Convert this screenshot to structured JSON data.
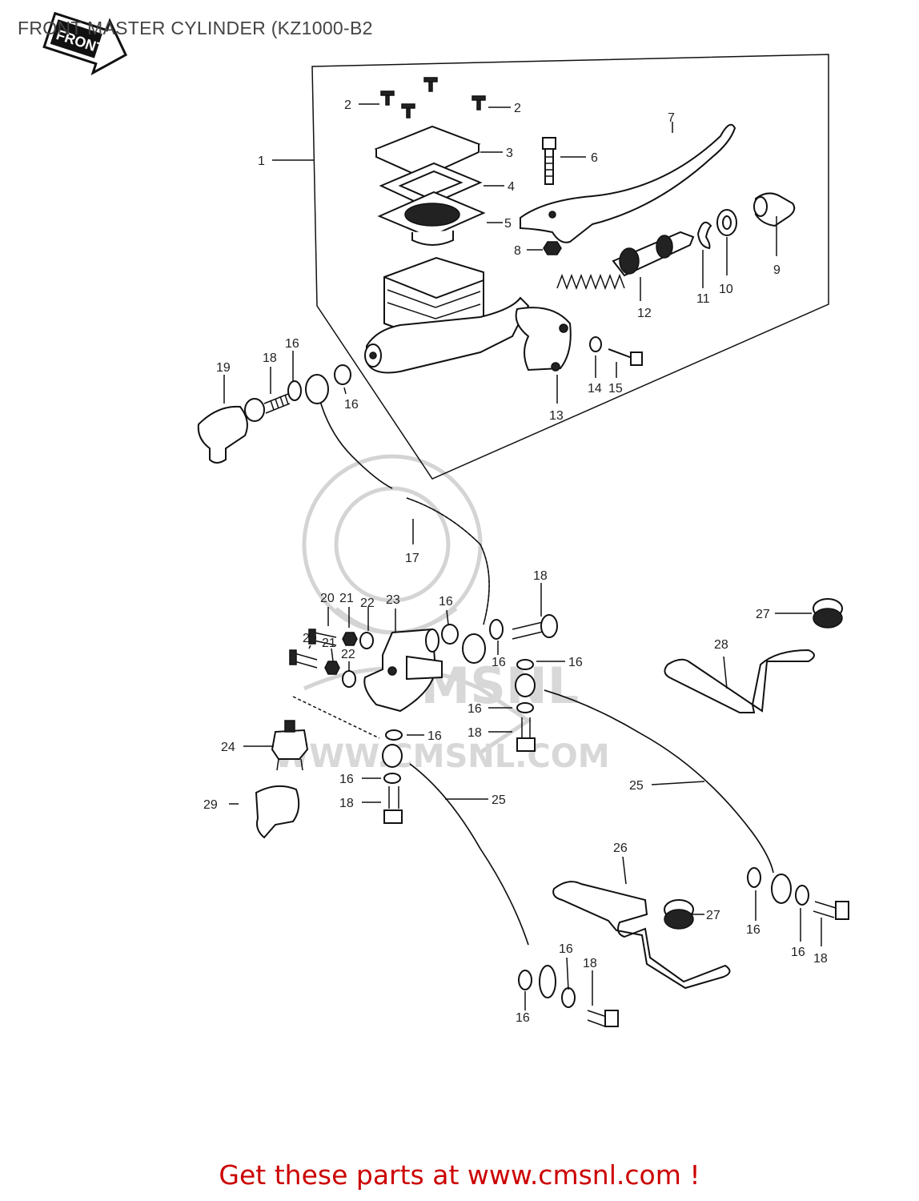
{
  "title": "FRONT MASTER CYLINDER (KZ1000-B2",
  "front_badge": "FRONT",
  "watermark": "WWW.CMSNL.COM",
  "footer": "Get these parts at www.cmsnl.com !",
  "callouts": {
    "c1": "1",
    "c2a": "2",
    "c2b": "2",
    "c3": "3",
    "c4": "4",
    "c5": "5",
    "c6": "6",
    "c7": "7",
    "c8": "8",
    "c9": "9",
    "c10": "10",
    "c11": "11",
    "c12": "12",
    "c13": "13",
    "c14": "14",
    "c15": "15",
    "c16a": "16",
    "c16b": "16",
    "c16c": "16",
    "c16d": "16",
    "c16e": "16",
    "c16f": "16",
    "c16g": "16",
    "c16h": "16",
    "c16i": "16",
    "c16j": "16",
    "c16k": "16",
    "c16l": "16",
    "c17": "17",
    "c18a": "18",
    "c18b": "18",
    "c18c": "18",
    "c18d": "18",
    "c18e": "18",
    "c18f": "18",
    "c19": "19",
    "c20a": "20",
    "c20b": "20",
    "c21a": "21",
    "c21b": "21",
    "c22a": "22",
    "c22b": "22",
    "c23": "23",
    "c24": "24",
    "c25a": "25",
    "c25b": "25",
    "c26": "26",
    "c27a": "27",
    "c27b": "27",
    "c28": "28",
    "c29": "29"
  },
  "colors": {
    "footer_text": "#cc0000",
    "title_text": "#444444",
    "line": "#111111"
  }
}
